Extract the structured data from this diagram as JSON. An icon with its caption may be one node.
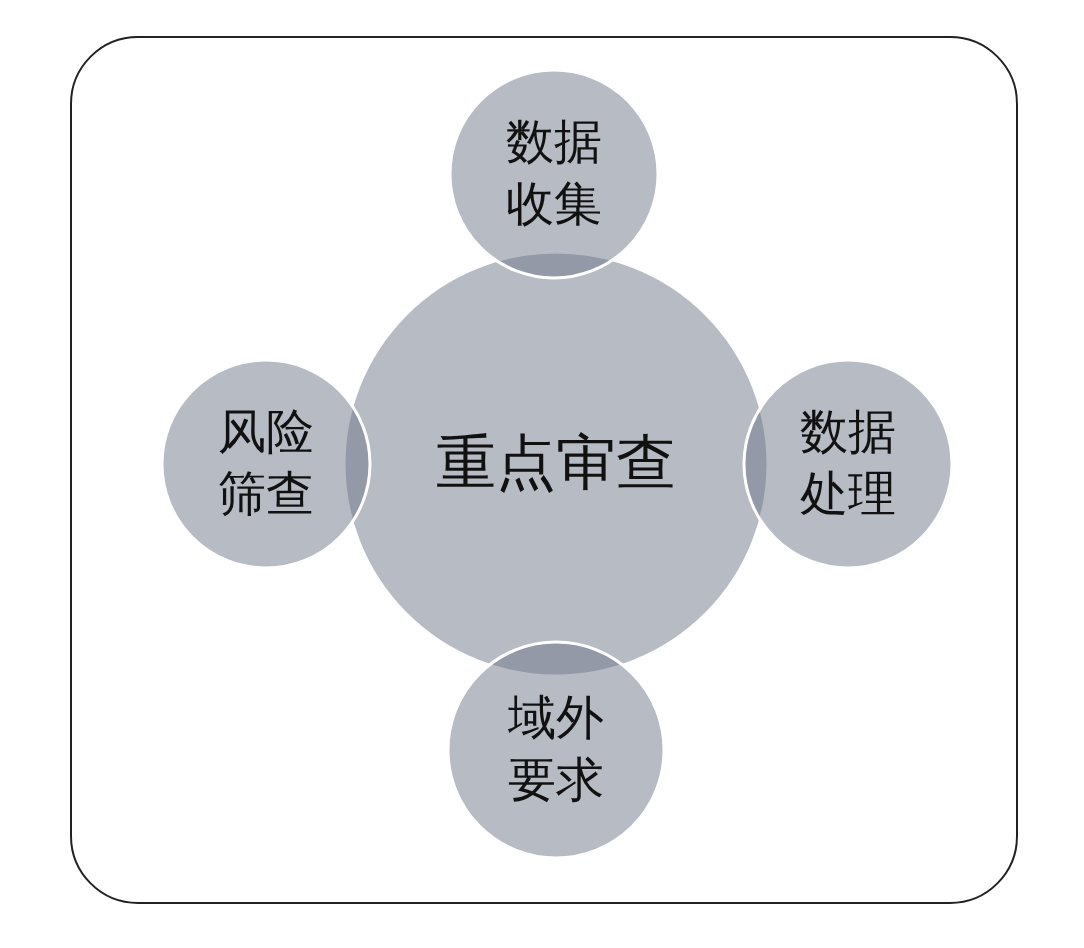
{
  "diagram": {
    "nodes": [
      {
        "text": [
          "重点审查"
        ]
      },
      {
        "text": [
          "数据收集"
        ]
      },
      {
        "text": [
          "风险筛查"
        ]
      },
      {
        "text": [
          "数据处理"
        ]
      },
      {
        "text": [
          "域外要求"
        ]
      }
    ]
  }
}
